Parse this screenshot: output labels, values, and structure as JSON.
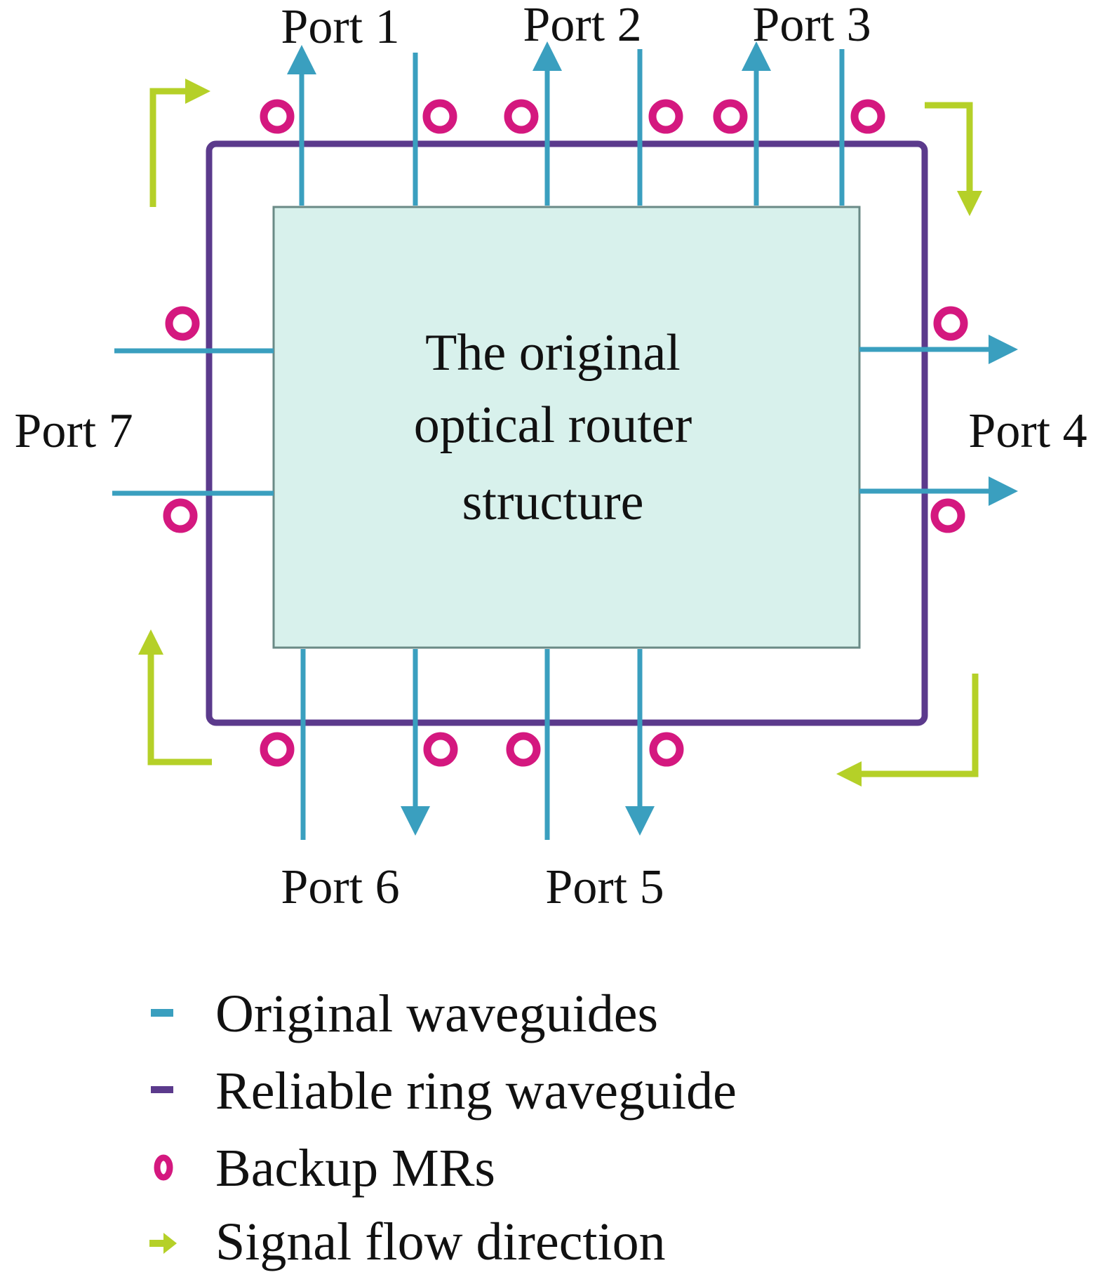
{
  "core": {
    "lines": [
      "The original",
      "optical router",
      "structure"
    ]
  },
  "ports": {
    "p1": "Port 1",
    "p2": "Port 2",
    "p3": "Port 3",
    "p4": "Port 4",
    "p5": "Port 5",
    "p6": "Port 6",
    "p7": "Port 7"
  },
  "legend": [
    {
      "icon": "original-waveguide-swatch",
      "label": "Original waveguides"
    },
    {
      "icon": "ring-waveguide-swatch",
      "label": "Reliable ring waveguide"
    },
    {
      "icon": "backup-mr-icon",
      "label": "Backup MRs"
    },
    {
      "icon": "signal-flow-arrow-icon",
      "label": "Signal flow direction"
    }
  ],
  "colors": {
    "original_waveguide": "#3a9fbf",
    "ring_waveguide": "#5b3a8c",
    "backup_mr": "#d4187f",
    "signal_flow": "#b5d028",
    "core_fill": "#d8f1ec",
    "core_border": "#6a8a86"
  }
}
